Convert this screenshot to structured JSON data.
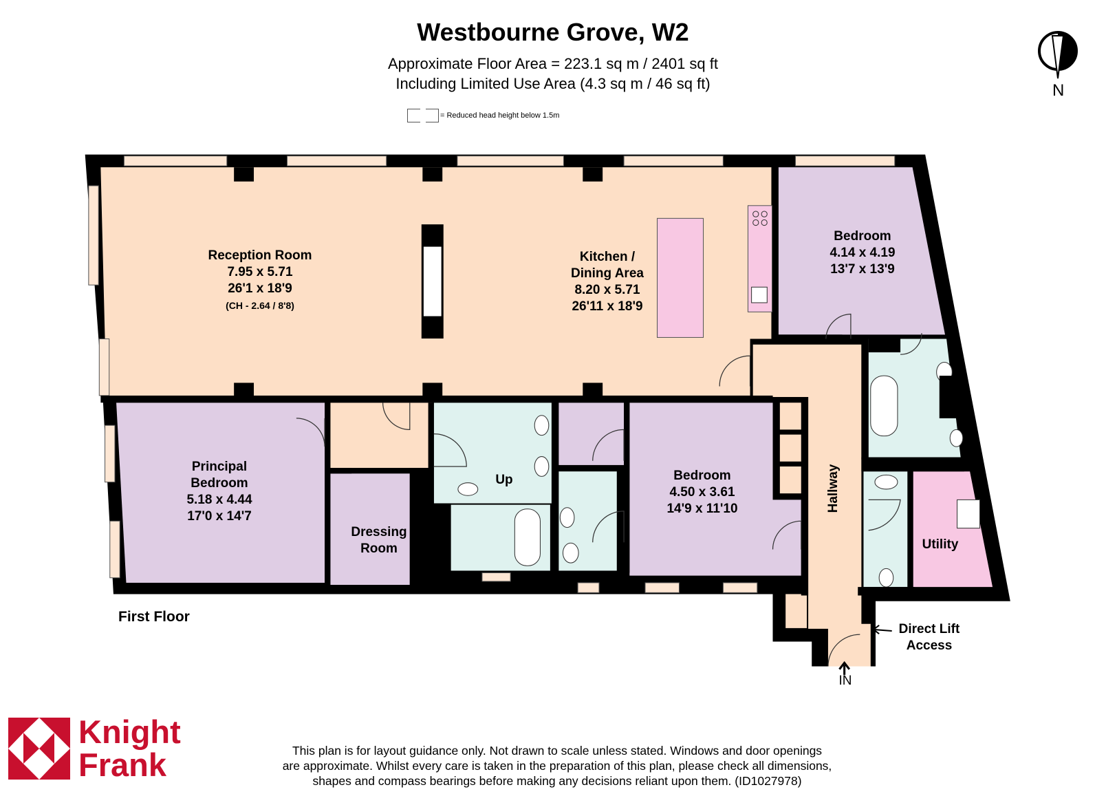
{
  "header": {
    "title": "Westbourne Grove, W2",
    "floor_area": "Approximate Floor Area = 223.1 sq m / 2401 sq ft",
    "limited_use": "Including Limited Use Area (4.3 sq m / 46 sq ft)",
    "legend": "= Reduced head height below 1.5m"
  },
  "compass": {
    "label": "N"
  },
  "rooms": {
    "reception": {
      "name": "Reception Room",
      "metric": "7.95 x 5.71",
      "imperial": "26'1 x 18'9",
      "ceiling": "(CH - 2.64 / 8'8)"
    },
    "kitchen": {
      "name1": "Kitchen /",
      "name2": "Dining Area",
      "metric": "8.20 x 5.71",
      "imperial": "26'11 x 18'9"
    },
    "bedroom_top": {
      "name": "Bedroom",
      "metric": "4.14 x 4.19",
      "imperial": "13'7 x 13'9"
    },
    "principal": {
      "name1": "Principal",
      "name2": "Bedroom",
      "metric": "5.18 x 4.44",
      "imperial": "17'0 x 14'7"
    },
    "dressing": {
      "name1": "Dressing",
      "name2": "Room"
    },
    "bedroom_mid": {
      "name": "Bedroom",
      "metric": "4.50 x 3.61",
      "imperial": "14'9 x 11'10"
    },
    "hallway": {
      "name": "Hallway"
    },
    "utility": {
      "name": "Utility"
    },
    "up": "Up",
    "lift": {
      "line1": "Direct Lift",
      "line2": "Access"
    },
    "entrance": "IN"
  },
  "floor_label": "First Floor",
  "footer": {
    "brand_line1": "Knight",
    "brand_line2": "Frank",
    "disclaimer1": "This plan is for layout guidance only. Not drawn to scale unless stated. Windows and door openings",
    "disclaimer2": "are approximate. Whilst every care is taken in the preparation of this plan, please check all dimensions,",
    "disclaimer3": "shapes and compass bearings before making any decisions reliant upon them. (ID1027978)"
  },
  "colors": {
    "living": "#fddfc6",
    "bedroom": "#dfcde4",
    "wet": "#dff2ef",
    "utility": "#f8c8e3",
    "wall": "#000000",
    "brand": "#c8102e"
  }
}
